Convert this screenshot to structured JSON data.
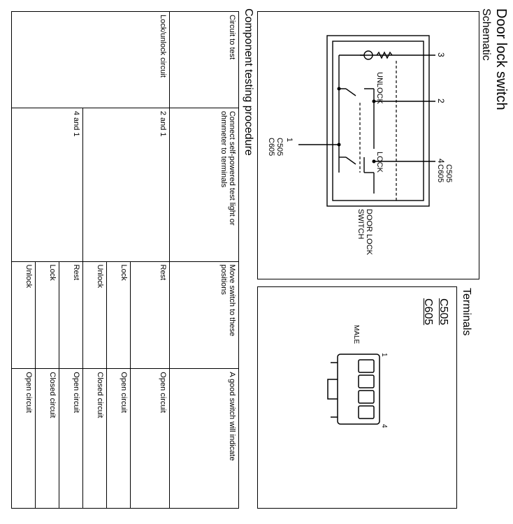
{
  "title": "Door lock switch",
  "schematic": {
    "heading": "Schematic",
    "labels": {
      "unlock": "UNLOCK",
      "lock": "LOCK",
      "t3": "3",
      "t2": "2",
      "t4": "4",
      "t1": "1",
      "conn_left_a": "C505",
      "conn_left_b": "C605",
      "conn_right_a": "C505",
      "conn_right_b": "C605",
      "switch_a": "DOOR LOCK",
      "switch_b": "SWITCH"
    }
  },
  "terminals": {
    "heading": "Terminals",
    "conn_a": "C505",
    "conn_b": "C605",
    "pin_first": "1",
    "pin_last": "4",
    "gender": "MALE"
  },
  "procedure": {
    "heading": "Component testing procedure",
    "headers": {
      "circuit": "Circuit to test",
      "connect": "Connect self-powered test light or ohmmeter to terminals",
      "move": "Move switch to these positions",
      "indicate": "A good switch will indicate"
    },
    "circuit_name": "Lock/unlock circuit",
    "groups": [
      {
        "terminals": "2 and 1",
        "rows": [
          {
            "position": "Rest",
            "result": "Open circuit"
          },
          {
            "position": "Lock",
            "result": "Open circuit"
          },
          {
            "position": "Unlock",
            "result": "Closed circuit"
          }
        ]
      },
      {
        "terminals": "4 and 1",
        "rows": [
          {
            "position": "Rest",
            "result": "Open circuit"
          },
          {
            "position": "Lock",
            "result": "Closed circuit"
          },
          {
            "position": "Unlock",
            "result": "Open circuit"
          }
        ]
      }
    ]
  }
}
